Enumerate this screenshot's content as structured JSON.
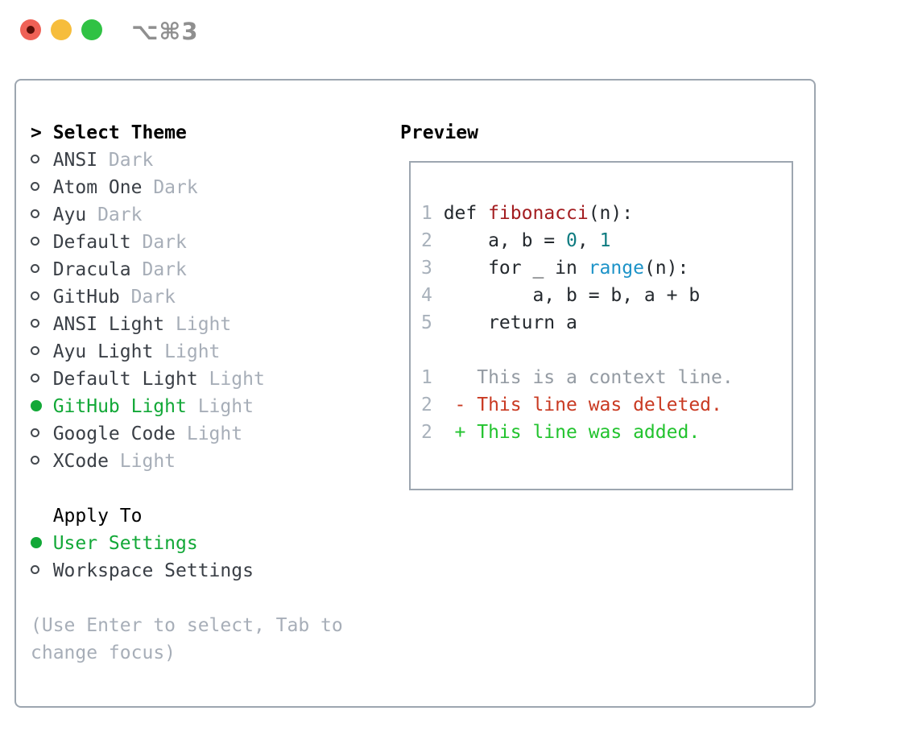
{
  "window": {
    "title_shortcut": "⌥⌘3"
  },
  "traffic_lights": {
    "close_color": "#ef6156",
    "close_inner_dot_color": "#5a0f08",
    "minimize_color": "#f6bd3c",
    "zoom_color": "#30c244"
  },
  "theme_panel": {
    "header": {
      "prefix": ">",
      "label": "Select Theme"
    },
    "items": [
      {
        "name": "ANSI",
        "variant": "Dark",
        "selected": false
      },
      {
        "name": "Atom One",
        "variant": "Dark",
        "selected": false
      },
      {
        "name": "Ayu",
        "variant": "Dark",
        "selected": false
      },
      {
        "name": "Default",
        "variant": "Dark",
        "selected": false
      },
      {
        "name": "Dracula",
        "variant": "Dark",
        "selected": false
      },
      {
        "name": "GitHub",
        "variant": "Dark",
        "selected": false
      },
      {
        "name": "ANSI Light",
        "variant": "Light",
        "selected": false
      },
      {
        "name": "Ayu Light",
        "variant": "Light",
        "selected": false
      },
      {
        "name": "Default Light",
        "variant": "Light",
        "selected": false
      },
      {
        "name": "GitHub Light",
        "variant": "Light",
        "selected": true
      },
      {
        "name": "Google Code",
        "variant": "Light",
        "selected": false
      },
      {
        "name": "XCode",
        "variant": "Light",
        "selected": false
      }
    ],
    "apply_to": {
      "label": "Apply To",
      "items": [
        {
          "name": "User Settings",
          "selected": true
        },
        {
          "name": "Workspace Settings",
          "selected": false
        }
      ]
    },
    "hint_lines": [
      "(Use Enter to select, Tab to",
      "change focus)"
    ]
  },
  "preview": {
    "label": "Preview",
    "lines": [
      {
        "num": "1",
        "segs": [
          {
            "t": "def ",
            "s": "code"
          },
          {
            "t": "fibonacci",
            "s": "func"
          },
          {
            "t": "(n):",
            "s": "code"
          }
        ]
      },
      {
        "num": "2",
        "segs": [
          {
            "t": "    a, b = ",
            "s": "code"
          },
          {
            "t": "0",
            "s": "num"
          },
          {
            "t": ", ",
            "s": "code"
          },
          {
            "t": "1",
            "s": "num"
          }
        ]
      },
      {
        "num": "3",
        "segs": [
          {
            "t": "    for _ in ",
            "s": "code"
          },
          {
            "t": "range",
            "s": "call"
          },
          {
            "t": "(n):",
            "s": "code"
          }
        ]
      },
      {
        "num": "4",
        "segs": [
          {
            "t": "        a, b = b, a + b",
            "s": "code"
          }
        ]
      },
      {
        "num": "5",
        "segs": [
          {
            "t": "    return a",
            "s": "code"
          }
        ]
      },
      {
        "blank": true
      },
      {
        "num": "1",
        "segs": [
          {
            "t": "   This is a context line.",
            "s": "ctx"
          }
        ]
      },
      {
        "num": "2",
        "segs": [
          {
            "t": " - This line was deleted.",
            "s": "del"
          }
        ]
      },
      {
        "num": "2",
        "segs": [
          {
            "t": " + This line was added.",
            "s": "add"
          }
        ]
      }
    ]
  },
  "colors": {
    "code": "#24292e",
    "func": "#a31d20",
    "num": "#0e7b80",
    "call": "#1d93c8",
    "ctx": "#949ba3",
    "del": "#c93a22",
    "add": "#22c32e",
    "gutter": "#a8b1bb",
    "accent_green": "#12a837",
    "muted_text": "#a7aeb8",
    "panel_border": "#9da6b0"
  }
}
